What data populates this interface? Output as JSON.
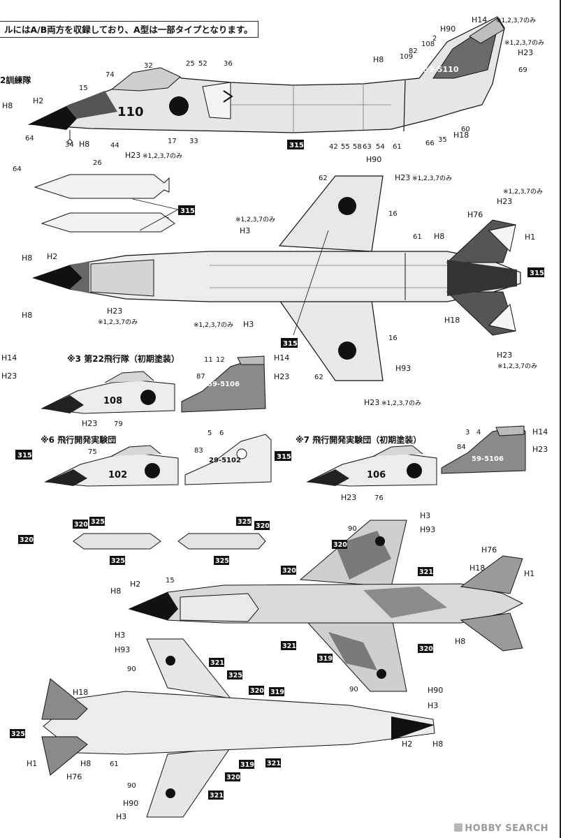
{
  "banner": "ルにはA/B両方を収録しており、A型は一部タイプとなります。",
  "sections": {
    "unit_22_training": "2訓練隊",
    "sq22_early": "※3 第22飛行隊（初期塗装）",
    "adtw": "※6 飛行開発実験団",
    "adtw_early": "※7 飛行開発実験団（初期塗装）"
  },
  "note_127": "※1,2,3,7のみ",
  "serials": {
    "main_tail": "59-5110",
    "main_nose": "110",
    "sq22_tail": "59-5106",
    "sq22_nose": "108",
    "adtw_tail": "29-5102",
    "adtw_nose": "102",
    "adtw7_tail": "59-5106",
    "adtw7_nose": "106"
  },
  "watermark": "HOBBY SEARCH",
  "colors": {
    "light_gray": "#d2d2d2",
    "dark_gray": "#5a5a5a",
    "mid_gray": "#9a9a9a",
    "black": "#111111",
    "hinomaru": "#111111"
  },
  "callouts": {
    "c2": "2",
    "c3": "3",
    "c4": "4",
    "c5": "5",
    "c6": "6",
    "c11": "11",
    "c12": "12",
    "c15": "15",
    "c16": "16",
    "c17": "17",
    "c25": "25",
    "c26": "26",
    "c32": "32",
    "c33": "33",
    "c34": "34",
    "c35": "35",
    "c36": "36",
    "c42": "42",
    "c44": "44",
    "c52": "52",
    "c54": "54",
    "c55": "55",
    "c58": "58",
    "c60": "60",
    "c61": "61",
    "c62": "62",
    "c63": "63",
    "c64": "64",
    "c66": "66",
    "c69": "69",
    "c74": "74",
    "c75": "75",
    "c76": "76",
    "c79": "79",
    "c82": "82",
    "c83": "83",
    "c84": "84",
    "c87": "87",
    "c90": "90",
    "c108": "108",
    "c109": "109"
  },
  "h_marks": {
    "h1": "H1",
    "h2": "H2",
    "h3": "H3",
    "h8": "H8",
    "h14": "H14",
    "h18": "H18",
    "h23": "H23",
    "h76": "H76",
    "h90": "H90",
    "h93": "H93"
  },
  "paint_codes": {
    "p315": "315",
    "p319": "319",
    "p320": "320",
    "p321": "321",
    "p325": "325"
  }
}
